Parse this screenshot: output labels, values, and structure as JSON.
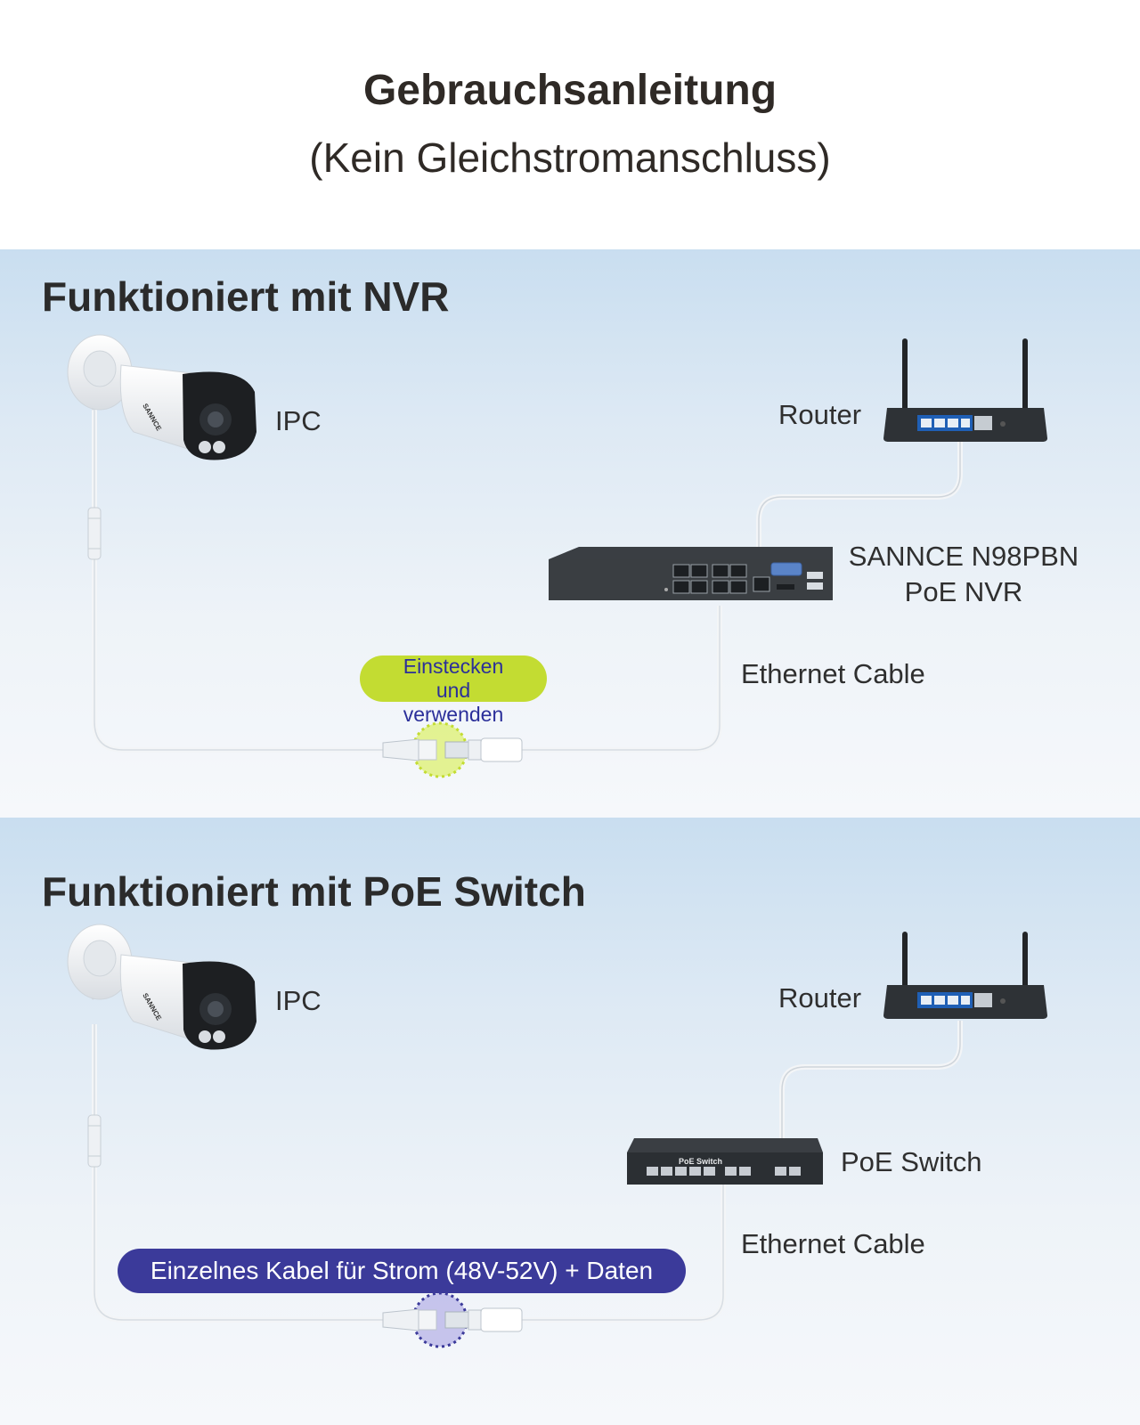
{
  "header": {
    "title": "Gebrauchsanleitung",
    "subtitle": "(Kein Gleichstromanschluss)"
  },
  "nvr_section": {
    "title": "Funktioniert mit NVR",
    "camera_label": "IPC",
    "camera_brand": "SANNCE",
    "router_label": "Router",
    "nvr_label_line1": "SANNCE N98PBN",
    "nvr_label_line2": "PoE NVR",
    "cable_label": "Ethernet Cable",
    "badge_lines": [
      "Einstecken",
      "und",
      "verwenden"
    ]
  },
  "switch_section": {
    "title": "Funktioniert mit PoE Switch",
    "camera_label": "IPC",
    "camera_brand": "SANNCE",
    "router_label": "Router",
    "switch_label": "PoE Switch",
    "switch_device_text": "PoE Switch",
    "cable_label": "Ethernet Cable",
    "badge_text": "Einzelnes Kabel für Strom (48V-52V) + Daten"
  },
  "colors": {
    "badge_green": "#c3dc32",
    "badge_green_text": "#2b2f9a",
    "badge_blue": "#3b3a9a",
    "highlight_green": "#d6ee3c",
    "highlight_purple": "#a9a3e3",
    "device_dark": "#2e3236",
    "port_blue": "#1f5fb5"
  }
}
